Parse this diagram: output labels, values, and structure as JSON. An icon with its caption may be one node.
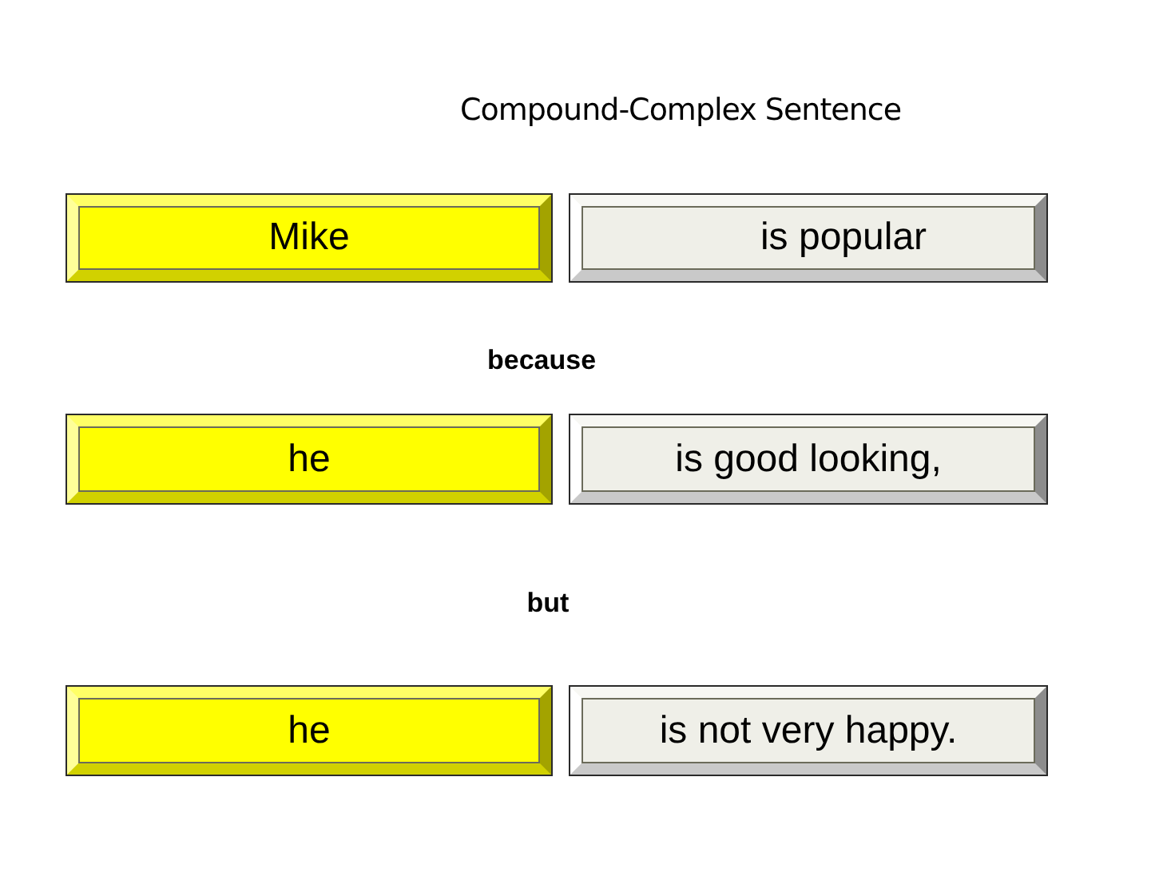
{
  "diagram": {
    "title": "Compound-Complex Sentence",
    "nodes": [
      {
        "text": [
          "Mike"
        ]
      },
      {
        "text": [
          "is popular"
        ]
      },
      {
        "text": [
          "he"
        ]
      },
      {
        "text": [
          "is good looking,"
        ]
      },
      {
        "text": [
          "he"
        ]
      },
      {
        "text": [
          "is not very happy."
        ]
      }
    ],
    "labels": [
      "because",
      "but"
    ]
  }
}
